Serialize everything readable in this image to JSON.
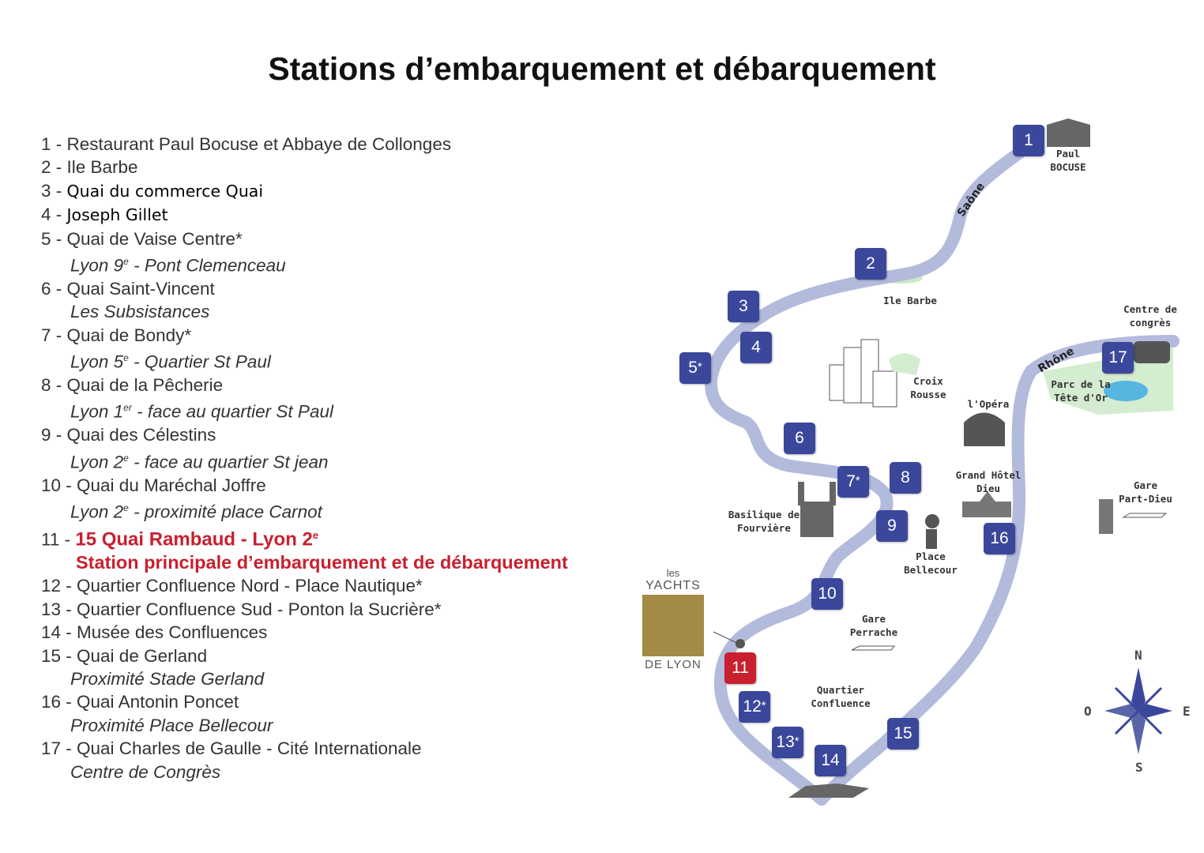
{
  "title": "Stations d’embarquement et débarquement",
  "list": [
    {
      "num": "1 - ",
      "name": "Restaurant Paul Bocuse et Abbaye de Collonges"
    },
    {
      "num": "2 - ",
      "name": "Ile Barbe"
    },
    {
      "num": "3 - ",
      "name": "Quai du commerce Quai"
    },
    {
      "num": "4 - ",
      "name": "Joseph Gillet"
    },
    {
      "num": "5 - ",
      "name": "Quai de Vaise Centre*",
      "sub": {
        "a": "Lyon 9",
        "sup": "e",
        "b": " - Pont Clemenceau"
      }
    },
    {
      "num": "6 - ",
      "name": "Quai Saint-Vincent",
      "sub": {
        "a": "Les Subsistances"
      }
    },
    {
      "num": "7 - ",
      "name": "Quai de Bondy*",
      "sub": {
        "a": "Lyon 5",
        "sup": "e",
        "b": " - Quartier St Paul"
      }
    },
    {
      "num": "8 - ",
      "name": "Quai de la Pêcherie",
      "sub": {
        "a": "Lyon 1",
        "sup": "er",
        "b": " - face au quartier St Paul"
      }
    },
    {
      "num": "9 - ",
      "name": "Quai des Célestins",
      "sub": {
        "a": "Lyon 2",
        "sup": "e",
        "b": " - face au quartier St jean"
      }
    },
    {
      "num": "10 - ",
      "name": "Quai du Maréchal Joffre",
      "sub": {
        "a": "Lyon 2",
        "sup": "e",
        "b": " - proximité place Carnot"
      }
    },
    {
      "num": "11 - ",
      "name": "15 Quai Rambaud - Lyon 2",
      "name_sup": "e",
      "highlight": "Station principale d’embarquement et de débarquement"
    },
    {
      "num": "12 - ",
      "name": "Quartier Confluence Nord - Place Nautique*"
    },
    {
      "num": "13 - ",
      "name": "Quartier Confluence Sud - Ponton la Sucrière*"
    },
    {
      "num": "14 - ",
      "name": "Musée des Confluences"
    },
    {
      "num": "15 - ",
      "name": "Quai de Gerland",
      "sub": {
        "a": "Proximité Stade Gerland"
      }
    },
    {
      "num": "16 - ",
      "name": "Quai Antonin Poncet",
      "sub": {
        "a": "Proximité Place Bellecour"
      }
    },
    {
      "num": "17 - ",
      "name": "Quai Charles de Gaulle - Cité Internationale",
      "sub": {
        "a": "Centre de Congrès"
      }
    }
  ],
  "badges": [
    "1",
    "2",
    "3",
    "4",
    "5",
    "6",
    "7",
    "8",
    "9",
    "10",
    "11",
    "12",
    "13",
    "14",
    "15",
    "16",
    "17"
  ],
  "asterisk": "*",
  "rivers": {
    "saone": "Saône",
    "rhone": "Rhône"
  },
  "labels": {
    "bocuse1": "Paul",
    "bocuse2": "BOCUSE",
    "barbe": "Ile Barbe",
    "croix1": "Croix",
    "croix2": "Rousse",
    "centre1": "Centre de",
    "centre2": "congrès",
    "parc1": "Parc de la",
    "parc2": "Tête d'Or",
    "opera": "l'Opéra",
    "hotel1": "Grand Hôtel",
    "hotel2": "Dieu",
    "partdieu1": "Gare",
    "partdieu2": "Part-Dieu",
    "fourviere1": "Basilique de",
    "fourviere2": "Fourvière",
    "bellecour1": "Place",
    "bellecour2": "Bellecour",
    "perrache1": "Gare",
    "perrache2": "Perrache",
    "confluence1": "Quartier",
    "confluence2": "Confluence"
  },
  "logo": {
    "les": "les",
    "yachts": "YACHTS",
    "delyon": "DE LYON"
  },
  "compass": {
    "n": "N",
    "s": "S",
    "e": "E",
    "o": "O"
  },
  "colors": {
    "badge": "#3b479b",
    "main_station": "#c8202f",
    "river": "#b3bbdc",
    "park": "#d4ecd0"
  }
}
